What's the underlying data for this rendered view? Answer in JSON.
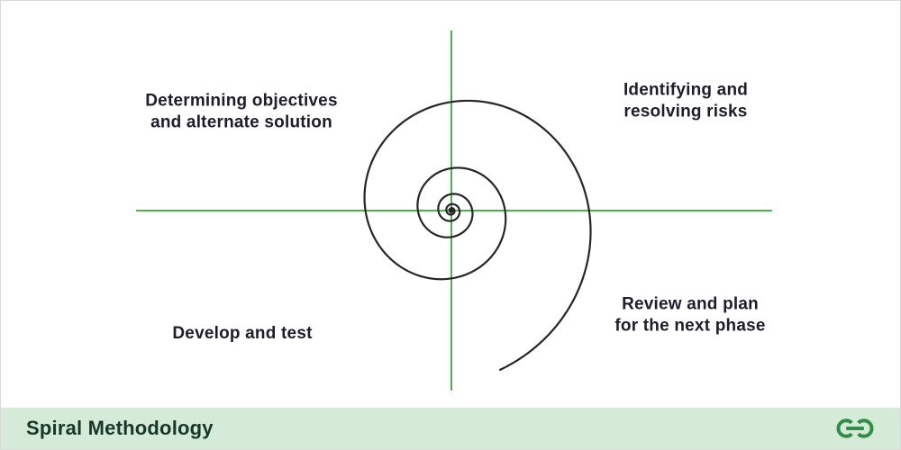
{
  "diagram": {
    "quadrants": {
      "top_left": "Determining objectives\nand alternate solution",
      "top_right": "Identifying and\nresolving risks",
      "bottom_left": "Develop and test",
      "bottom_right": "Review and plan\nfor the next phase"
    },
    "spiral_icon": "spiral-curve",
    "axes_icon": "green-crosshair-axes"
  },
  "footer": {
    "title": "Spiral Methodology",
    "logo_icon": "geeksforgeeks-logo"
  },
  "colors": {
    "axis_green": "#4caf50",
    "spiral_stroke": "#262626",
    "label_text": "#1d1d2b",
    "footer_background": "#d6ead8",
    "footer_text": "#16382a",
    "logo_green": "#2f8d46"
  }
}
